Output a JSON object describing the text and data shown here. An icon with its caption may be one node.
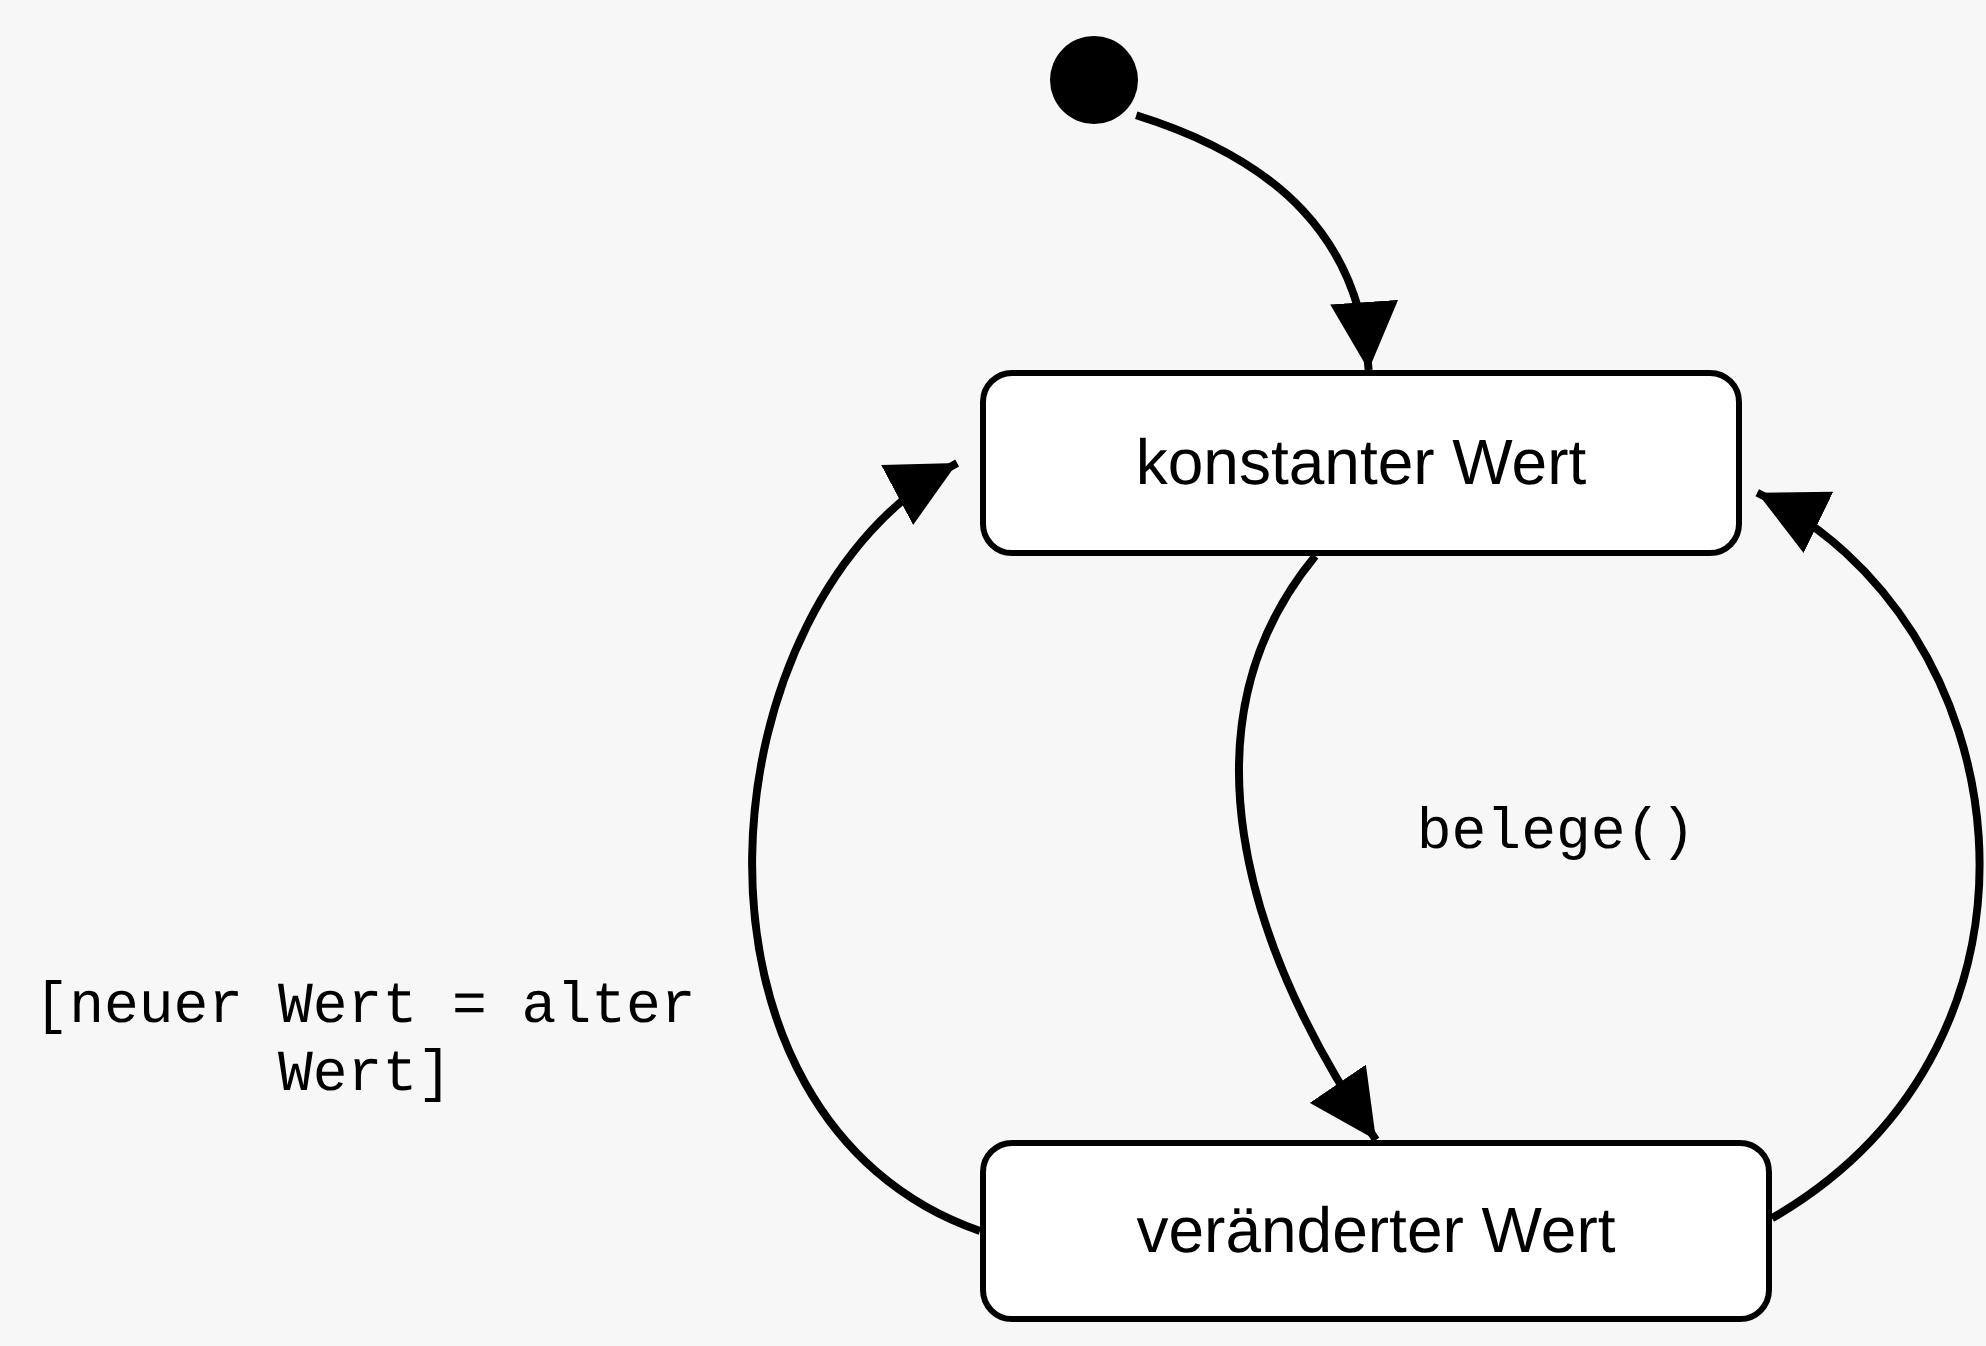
{
  "diagram": {
    "nodes": [
      {
        "text": [],
        "shape": "circle"
      },
      {
        "text": [
          "konstanter Wert"
        ]
      },
      {
        "text": [
          "veränderter Wert"
        ]
      }
    ],
    "edges": [
      {
        "from": 0,
        "to": 1,
        "arrow": "to"
      },
      {
        "from": 1,
        "to": 2,
        "arrow": "to",
        "label": "belege()"
      },
      {
        "from": 2,
        "to": 1,
        "arrow": "to",
        "label": "[neuer Wert = alter Wert]"
      },
      {
        "from": 2,
        "to": 1,
        "arrow": "to"
      }
    ]
  }
}
